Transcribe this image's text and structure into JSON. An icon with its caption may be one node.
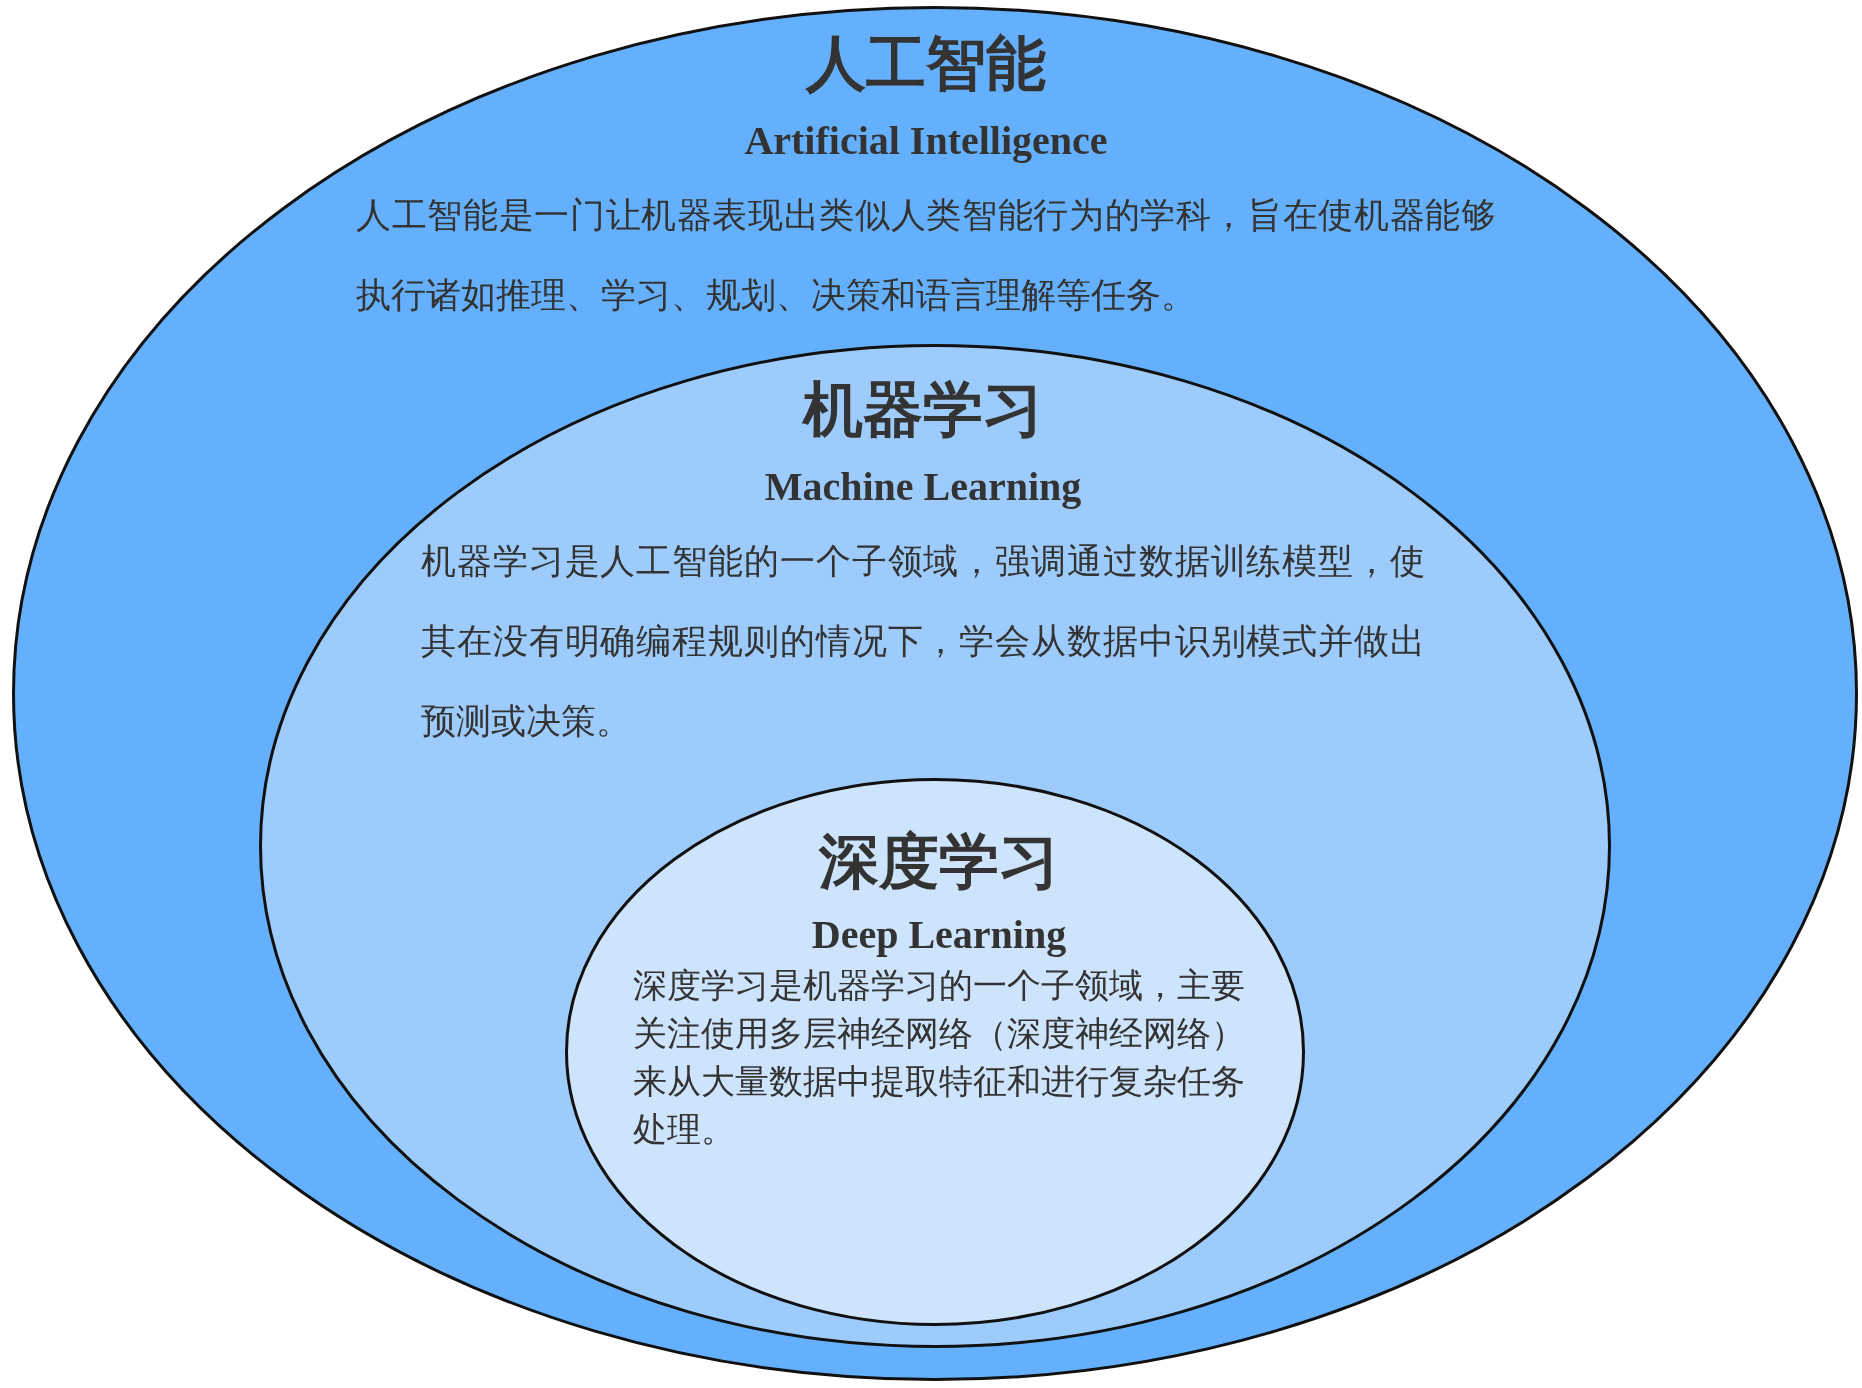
{
  "diagram": {
    "nodes": [
      {
        "text": [
          "人工智能",
          "Artificial Intelligence",
          "人工智能是一门让机器表现出类似人类智能行为的学科，旨在使机器能够执行诸如推理、学习、规划、决策和语言理解等任务。"
        ]
      },
      {
        "text": [
          "机器学习",
          "Machine Learning",
          "机器学习是人工智能的一个子领域，强调通过数据训练模型，使其在没有明确编程规则的情况下，学会从数据中识别模式并做出预测或决策。"
        ],
        "in": 0
      },
      {
        "text": [
          "深度学习",
          "Deep Learning",
          "深度学习是机器学习的一个子领域，主要关注使用多层神经网络（深度神经网络）来从大量数据中提取特征和进行复杂任务处理。"
        ],
        "in": 1
      }
    ]
  }
}
